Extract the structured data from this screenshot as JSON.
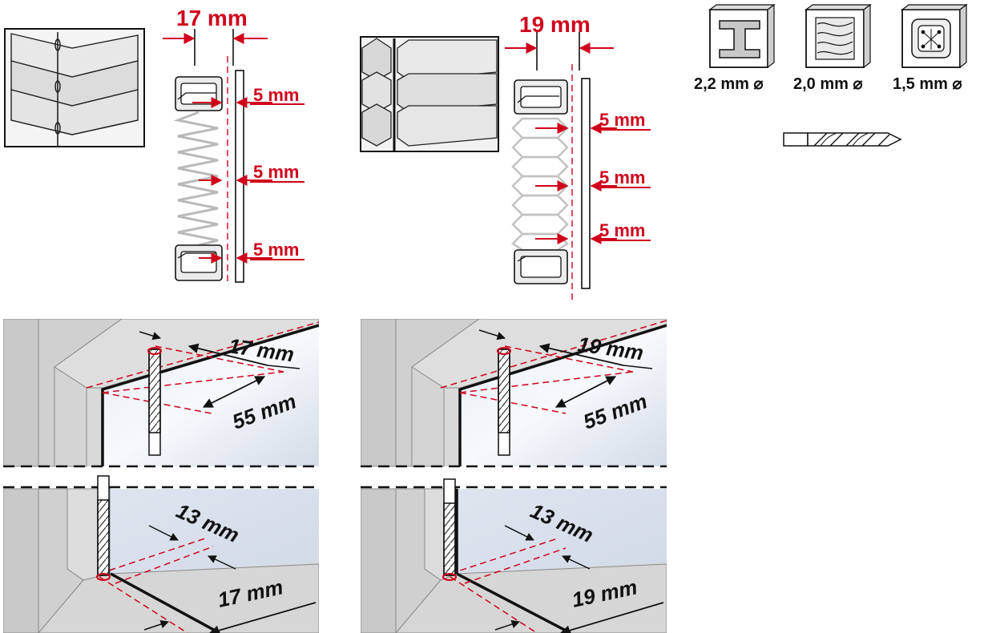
{
  "colors": {
    "red": "#d0021b",
    "glass": "#dfe5ee",
    "frame": "#d6d6d6",
    "frame_dark": "#b9b9b9",
    "ink": "#111111"
  },
  "pleated": {
    "width_label": "17 mm",
    "gap_top": "5 mm",
    "gap_middle": "5 mm",
    "gap_bottom": "5 mm"
  },
  "honeycomb": {
    "width_label": "19 mm",
    "gap_top": "5 mm",
    "gap_middle": "5 mm",
    "gap_bottom": "5 mm"
  },
  "drill_sizes": {
    "steel_label": "2,2 mm ⌀",
    "wood_label": "2,0 mm ⌀",
    "plastic_label": "1,5 mm ⌀",
    "icons": [
      "steel-i-beam-icon",
      "wood-grain-icon",
      "plastic-profile-icon",
      "drill-bit-icon"
    ]
  },
  "drill_top_left": {
    "depth_label": "17 mm",
    "offset_label": "55 mm"
  },
  "drill_top_right": {
    "depth_label": "19 mm",
    "offset_label": "55 mm"
  },
  "drill_bottom_left": {
    "inset_label": "13 mm",
    "depth_label": "17 mm"
  },
  "drill_bottom_right": {
    "inset_label": "13 mm",
    "depth_label": "19 mm"
  }
}
